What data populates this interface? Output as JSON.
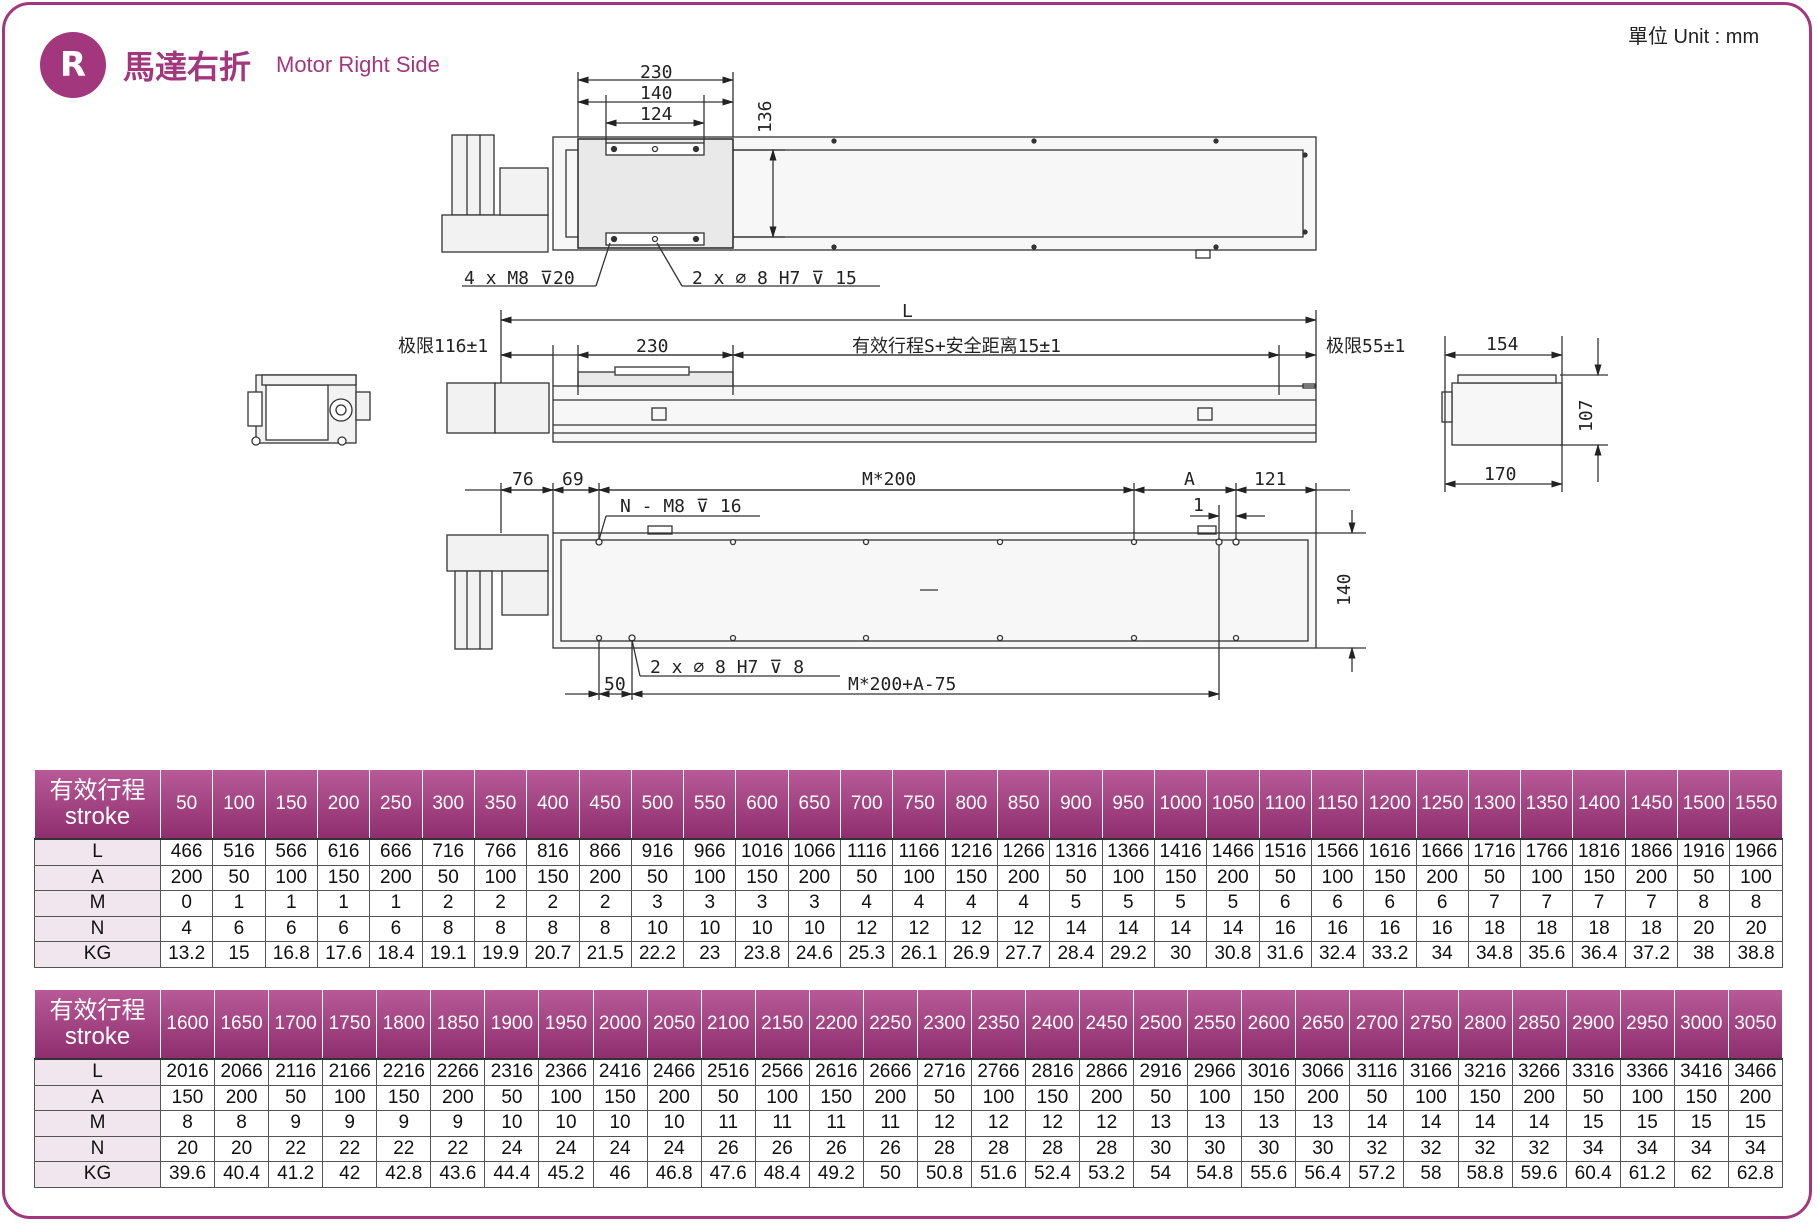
{
  "header": {
    "badge": "R",
    "title_zh": "馬達右折",
    "title_en": "Motor Right Side",
    "unit": "單位 Unit : mm"
  },
  "colors": {
    "accent": "#a3377e",
    "header_bg": "#8e2e6e",
    "row_label_bg": "#f1e6ee"
  },
  "drawing": {
    "top_view": {
      "dim_230": "230",
      "dim_140": "140",
      "dim_124": "124",
      "dim_136": "136",
      "note_thread": "4 x  M8 ⊽20",
      "note_pin": "2 x  ∅ 8 H7 ⊽ 15"
    },
    "side_view": {
      "dim_L": "L",
      "limit_left": "极限116±1",
      "dim_230": "230",
      "stroke_label": "有效行程S+安全距离15±1",
      "limit_right": "极限55±1"
    },
    "end_view": {
      "dim_154": "154",
      "dim_107": "107",
      "dim_170": "170"
    },
    "bottom_view": {
      "dim_76": "76",
      "dim_69": "69",
      "dim_M200": "M*200",
      "dim_A": "A",
      "dim_121": "121",
      "dim_1": "1",
      "note_thread": "N - M8 ⊽ 16",
      "dim_140": "140",
      "note_pin": "2 x  ∅ 8 H7 ⊽ 8",
      "dim_50": "50",
      "dim_M200A75": "M*200+A-75"
    }
  },
  "tables": [
    {
      "header_zh": "有效行程",
      "header_en": "stroke",
      "columns": [
        "50",
        "100",
        "150",
        "200",
        "250",
        "300",
        "350",
        "400",
        "450",
        "500",
        "550",
        "600",
        "650",
        "700",
        "750",
        "800",
        "850",
        "900",
        "950",
        "1000",
        "1050",
        "1100",
        "1150",
        "1200",
        "1250",
        "1300",
        "1350",
        "1400",
        "1450",
        "1500",
        "1550"
      ],
      "rows": [
        {
          "label": "L",
          "values": [
            "466",
            "516",
            "566",
            "616",
            "666",
            "716",
            "766",
            "816",
            "866",
            "916",
            "966",
            "1016",
            "1066",
            "1116",
            "1166",
            "1216",
            "1266",
            "1316",
            "1366",
            "1416",
            "1466",
            "1516",
            "1566",
            "1616",
            "1666",
            "1716",
            "1766",
            "1816",
            "1866",
            "1916",
            "1966"
          ]
        },
        {
          "label": "A",
          "values": [
            "200",
            "50",
            "100",
            "150",
            "200",
            "50",
            "100",
            "150",
            "200",
            "50",
            "100",
            "150",
            "200",
            "50",
            "100",
            "150",
            "200",
            "50",
            "100",
            "150",
            "200",
            "50",
            "100",
            "150",
            "200",
            "50",
            "100",
            "150",
            "200",
            "50",
            "100"
          ]
        },
        {
          "label": "M",
          "values": [
            "0",
            "1",
            "1",
            "1",
            "1",
            "2",
            "2",
            "2",
            "2",
            "3",
            "3",
            "3",
            "3",
            "4",
            "4",
            "4",
            "4",
            "5",
            "5",
            "5",
            "5",
            "6",
            "6",
            "6",
            "6",
            "7",
            "7",
            "7",
            "7",
            "8",
            "8"
          ]
        },
        {
          "label": "N",
          "values": [
            "4",
            "6",
            "6",
            "6",
            "6",
            "8",
            "8",
            "8",
            "8",
            "10",
            "10",
            "10",
            "10",
            "12",
            "12",
            "12",
            "12",
            "14",
            "14",
            "14",
            "14",
            "16",
            "16",
            "16",
            "16",
            "18",
            "18",
            "18",
            "18",
            "20",
            "20"
          ]
        },
        {
          "label": "KG",
          "values": [
            "13.2",
            "15",
            "16.8",
            "17.6",
            "18.4",
            "19.1",
            "19.9",
            "20.7",
            "21.5",
            "22.2",
            "23",
            "23.8",
            "24.6",
            "25.3",
            "26.1",
            "26.9",
            "27.7",
            "28.4",
            "29.2",
            "30",
            "30.8",
            "31.6",
            "32.4",
            "33.2",
            "34",
            "34.8",
            "35.6",
            "36.4",
            "37.2",
            "38",
            "38.8"
          ]
        }
      ]
    },
    {
      "header_zh": "有效行程",
      "header_en": "stroke",
      "columns": [
        "1600",
        "1650",
        "1700",
        "1750",
        "1800",
        "1850",
        "1900",
        "1950",
        "2000",
        "2050",
        "2100",
        "2150",
        "2200",
        "2250",
        "2300",
        "2350",
        "2400",
        "2450",
        "2500",
        "2550",
        "2600",
        "2650",
        "2700",
        "2750",
        "2800",
        "2850",
        "2900",
        "2950",
        "3000",
        "3050"
      ],
      "rows": [
        {
          "label": "L",
          "values": [
            "2016",
            "2066",
            "2116",
            "2166",
            "2216",
            "2266",
            "2316",
            "2366",
            "2416",
            "2466",
            "2516",
            "2566",
            "2616",
            "2666",
            "2716",
            "2766",
            "2816",
            "2866",
            "2916",
            "2966",
            "3016",
            "3066",
            "3116",
            "3166",
            "3216",
            "3266",
            "3316",
            "3366",
            "3416",
            "3466"
          ]
        },
        {
          "label": "A",
          "values": [
            "150",
            "200",
            "50",
            "100",
            "150",
            "200",
            "50",
            "100",
            "150",
            "200",
            "50",
            "100",
            "150",
            "200",
            "50",
            "100",
            "150",
            "200",
            "50",
            "100",
            "150",
            "200",
            "50",
            "100",
            "150",
            "200",
            "50",
            "100",
            "150",
            "200"
          ]
        },
        {
          "label": "M",
          "values": [
            "8",
            "8",
            "9",
            "9",
            "9",
            "9",
            "10",
            "10",
            "10",
            "10",
            "11",
            "11",
            "11",
            "11",
            "12",
            "12",
            "12",
            "12",
            "13",
            "13",
            "13",
            "13",
            "14",
            "14",
            "14",
            "14",
            "15",
            "15",
            "15",
            "15"
          ]
        },
        {
          "label": "N",
          "values": [
            "20",
            "20",
            "22",
            "22",
            "22",
            "22",
            "24",
            "24",
            "24",
            "24",
            "26",
            "26",
            "26",
            "26",
            "28",
            "28",
            "28",
            "28",
            "30",
            "30",
            "30",
            "30",
            "32",
            "32",
            "32",
            "32",
            "34",
            "34",
            "34",
            "34"
          ]
        },
        {
          "label": "KG",
          "values": [
            "39.6",
            "40.4",
            "41.2",
            "42",
            "42.8",
            "43.6",
            "44.4",
            "45.2",
            "46",
            "46.8",
            "47.6",
            "48.4",
            "49.2",
            "50",
            "50.8",
            "51.6",
            "52.4",
            "53.2",
            "54",
            "54.8",
            "55.6",
            "56.4",
            "57.2",
            "58",
            "58.8",
            "59.6",
            "60.4",
            "61.2",
            "62",
            "62.8"
          ]
        }
      ]
    }
  ]
}
